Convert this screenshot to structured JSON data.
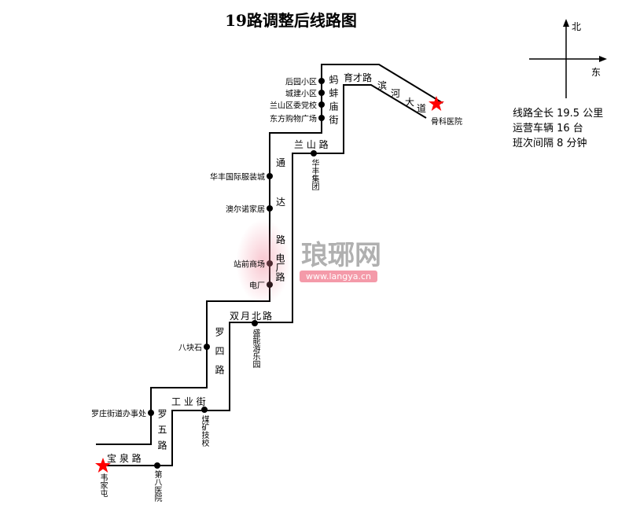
{
  "title": "19路调整后线路图",
  "compass": {
    "north": "北",
    "east": "东"
  },
  "info": [
    "线路全长 19.5 公里",
    "运营车辆 16 台",
    "班次间隔 8 分钟"
  ],
  "roads": {
    "mabang": "蚂蚌庙街",
    "yucai": "育才路",
    "binhe": [
      "滨",
      "河",
      "大",
      "道"
    ],
    "lanshan": "兰 山 路",
    "tongda": [
      "通",
      "达",
      "路"
    ],
    "dianchang": "电厂路",
    "shuangyue": "双月北路",
    "lusi": "罗四路",
    "gongye": "工 业 街",
    "luwu": "罗五路",
    "baoquan": "宝 泉 路"
  },
  "stops": {
    "houyuan": "后园小区",
    "chengjian": "城建小区",
    "lanshanqu": "兰山区委党校",
    "dongfang": "东方购物广场",
    "huafeng_group": "华丰集团",
    "huafeng_city": "华丰国际服装城",
    "aoer": "澳尔诺家居",
    "zhanqian": "站前商场",
    "dianchang": "电厂",
    "shengneng": "盛能游乐园",
    "bakuaishi": "八块石",
    "luozhuang": "罗庄街道办事处",
    "meikuang": "煤矿技校",
    "diba": "第八医院",
    "weijiatun": "韦家屯",
    "guke": "骨科医院"
  },
  "watermark": {
    "name": "琅琊网",
    "url": "www.langya.cn"
  },
  "colors": {
    "terminal": "#ff0000",
    "line": "#000000"
  }
}
